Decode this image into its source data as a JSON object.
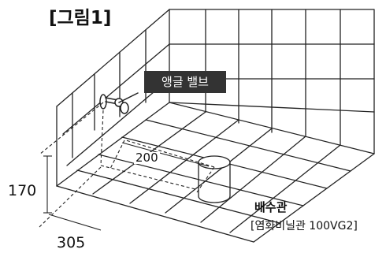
{
  "figure_title": "[그림1]",
  "labels": {
    "angle_valve": "앵글 밸브",
    "dim_width": "200",
    "dim_height": "170",
    "dim_depth": "305",
    "drain_pipe_name": "배수관",
    "drain_pipe_spec": "[염화비닐관 100VG2]"
  }
}
